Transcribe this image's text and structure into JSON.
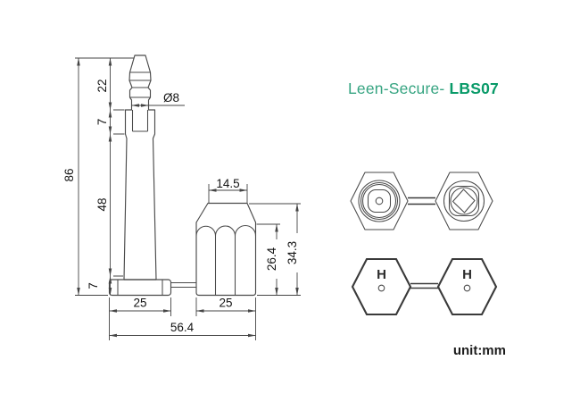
{
  "title": {
    "brand": "Leen-Secure-",
    "model": "LBS07"
  },
  "unit_label": "unit:mm",
  "colors": {
    "brand_green": "#36a481",
    "model_green": "#089a68",
    "line_gray": "#4a4a4a",
    "dim_text": "#141414"
  },
  "dimensions": {
    "overall_height": "86",
    "pin_tip_section": "22",
    "pin_collar_section": "7",
    "pin_shaft_section": "48",
    "pin_base_section": "7",
    "pin_diameter": "Ø8",
    "barrel_top_width": "14.5",
    "barrel_body_height": "26.4",
    "barrel_total_height": "34.3",
    "pin_base_width": "25",
    "barrel_width": "25",
    "total_length": "56.4"
  },
  "head_markings": {
    "left": "H",
    "right": "H"
  }
}
